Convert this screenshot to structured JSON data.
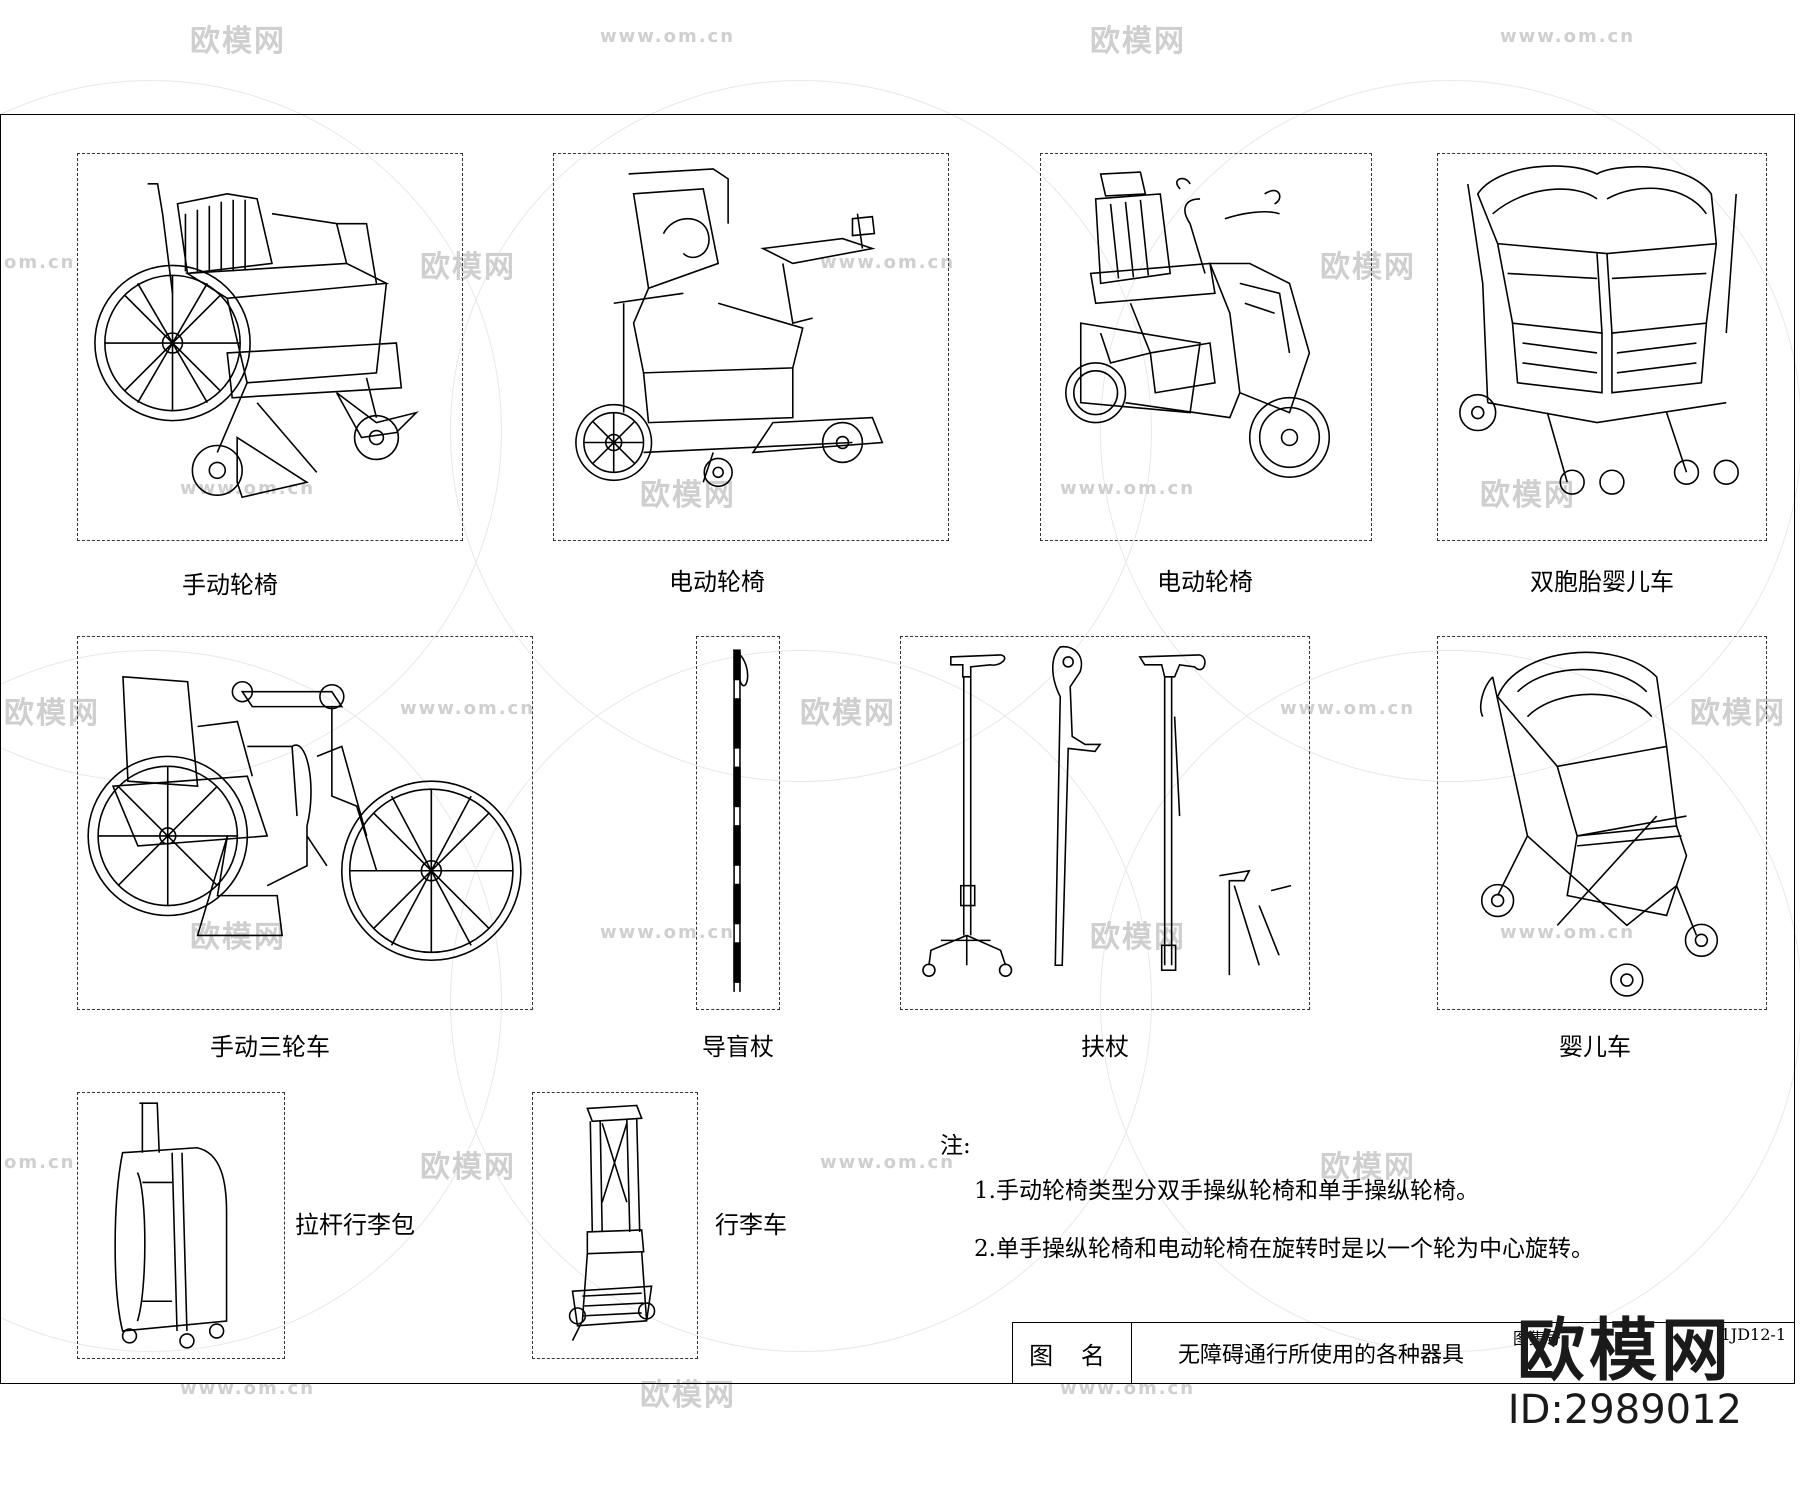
{
  "watermarks": {
    "site_name": "欧模网",
    "site_url": "www.om.cn",
    "url_fragment": "om.cn",
    "name_fragment": "欧模网"
  },
  "drawings": [
    {
      "caption": "手动轮椅",
      "icon": "manual-wheelchair"
    },
    {
      "caption": "电动轮椅",
      "icon": "power-wheelchair"
    },
    {
      "caption": "电动轮椅",
      "icon": "mobility-scooter"
    },
    {
      "caption": "双胞胎婴儿车",
      "icon": "twin-stroller"
    },
    {
      "caption": "手动三轮车",
      "icon": "hand-tricycle"
    },
    {
      "caption": "导盲杖",
      "icon": "white-cane"
    },
    {
      "caption": "扶杖",
      "icon": "walking-canes"
    },
    {
      "caption": "婴儿车",
      "icon": "stroller"
    },
    {
      "caption": "拉杆行李包",
      "icon": "trolley-suitcase"
    },
    {
      "caption": "行李车",
      "icon": "luggage-cart"
    }
  ],
  "notes": {
    "heading": "注:",
    "items": [
      "1.手动轮椅类型分双手操纵轮椅和单手操纵轮椅。",
      "2.单手操纵轮椅和电动轮椅在旋转时是以一个轮为中心旋转。"
    ]
  },
  "title_block": {
    "label": "图 名",
    "title": "无障碍通行所使用的各种器具",
    "atlas_label": "图集号",
    "code": "1JD12-1"
  },
  "brand": {
    "logo": "欧模网",
    "id": "ID:2989012"
  }
}
